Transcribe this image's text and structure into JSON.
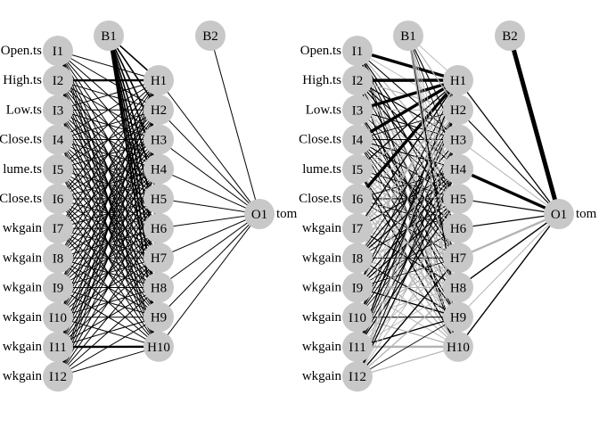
{
  "figure": {
    "title": "",
    "panels": [
      {
        "name": "left-network",
        "style": "uniform-black",
        "input_nodes": [
          "I1",
          "I2",
          "I3",
          "I4",
          "I5",
          "I6",
          "I7",
          "I8",
          "I9",
          "I10",
          "I11",
          "I12"
        ],
        "input_labels": [
          "Open.ts",
          "High.ts",
          "Low.ts",
          "Close.ts",
          "lume.ts",
          "Close.ts",
          "wkgain",
          "wkgain",
          "wkgain",
          "wkgain",
          "wkgain",
          "wkgain"
        ],
        "hidden_nodes": [
          "H1",
          "H2",
          "H3",
          "H4",
          "H5",
          "H6",
          "H7",
          "H8",
          "H9",
          "H10"
        ],
        "bias_nodes": [
          "B1",
          "B2"
        ],
        "output_nodes": [
          "O1"
        ],
        "output_labels": [
          "tom"
        ],
        "emphasized_connections": [
          {
            "from": "B1",
            "to": "all-hidden",
            "strength": "thick-bundle"
          },
          {
            "from": "I2",
            "to": "H1",
            "strength": "medium"
          },
          {
            "from": "I11",
            "to": "H10",
            "strength": "medium"
          }
        ]
      },
      {
        "name": "right-network",
        "style": "weighted-black-positive-gray-negative",
        "input_nodes": [
          "I1",
          "I2",
          "I3",
          "I4",
          "I5",
          "I6",
          "I7",
          "I8",
          "I9",
          "I10",
          "I11",
          "I12"
        ],
        "input_labels": [
          "Open.ts",
          "High.ts",
          "Low.ts",
          "Close.ts",
          "lume.ts",
          "Close.ts",
          "wkgain",
          "wkgain",
          "wkgain",
          "wkgain",
          "wkgain",
          "wkgain"
        ],
        "hidden_nodes": [
          "H1",
          "H2",
          "H3",
          "H4",
          "H5",
          "H6",
          "H7",
          "H8",
          "H9",
          "H10"
        ],
        "bias_nodes": [
          "B1",
          "B2"
        ],
        "output_nodes": [
          "O1"
        ],
        "output_labels": [
          "tom"
        ],
        "emphasized_connections": [
          {
            "from": "I1",
            "to": "H1",
            "strength": "thick",
            "sign": "positive"
          },
          {
            "from": "I2",
            "to": "H1",
            "strength": "thick",
            "sign": "positive"
          },
          {
            "from": "I3",
            "to": "H1",
            "strength": "thick",
            "sign": "positive"
          },
          {
            "from": "I4",
            "to": "H1",
            "strength": "thick",
            "sign": "positive"
          },
          {
            "from": "I6",
            "to": "H1",
            "strength": "thick",
            "sign": "positive"
          },
          {
            "from": "I11",
            "to": "H10",
            "strength": "medium",
            "sign": "negative"
          },
          {
            "from": "B2",
            "to": "O1",
            "strength": "very-thick",
            "sign": "positive"
          },
          {
            "from": "H4",
            "to": "O1",
            "strength": "thick",
            "sign": "positive"
          },
          {
            "from": "H7",
            "to": "O1",
            "strength": "medium",
            "sign": "negative"
          },
          {
            "from": "H9",
            "to": "O1",
            "strength": "thin",
            "sign": "negative"
          }
        ]
      }
    ],
    "colors": {
      "node_fill": "#c8c8c8",
      "positive_weight": "#000000",
      "negative_weight": "#b4b4b4",
      "text": "#000000"
    }
  }
}
